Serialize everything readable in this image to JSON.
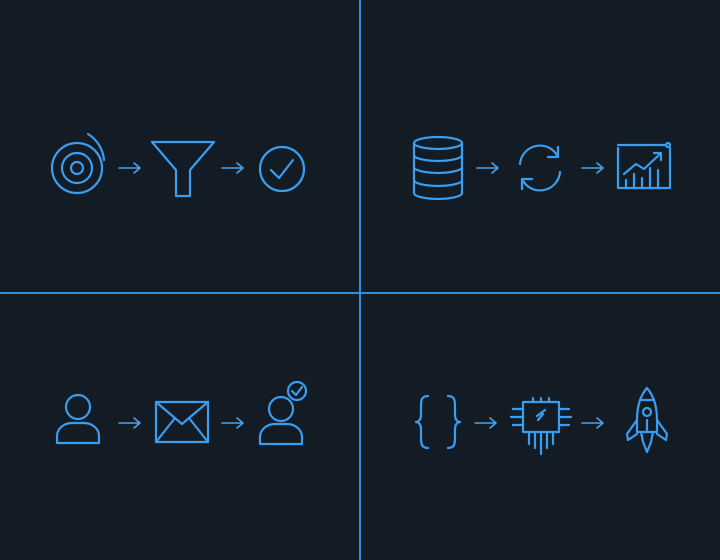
{
  "colors": {
    "background": "#131c25",
    "accent": "#3b9df0",
    "divider": "#2d8fe0"
  },
  "panels": [
    {
      "id": "top-left",
      "icons": [
        "target-icon",
        "funnel-icon",
        "check-circle-icon"
      ]
    },
    {
      "id": "top-right",
      "icons": [
        "database-icon",
        "sync-icon",
        "growth-chart-icon"
      ]
    },
    {
      "id": "bottom-left",
      "icons": [
        "user-icon",
        "envelope-icon",
        "verified-user-icon"
      ]
    },
    {
      "id": "bottom-right",
      "icons": [
        "code-braces-icon",
        "chip-icon",
        "rocket-icon"
      ]
    }
  ]
}
